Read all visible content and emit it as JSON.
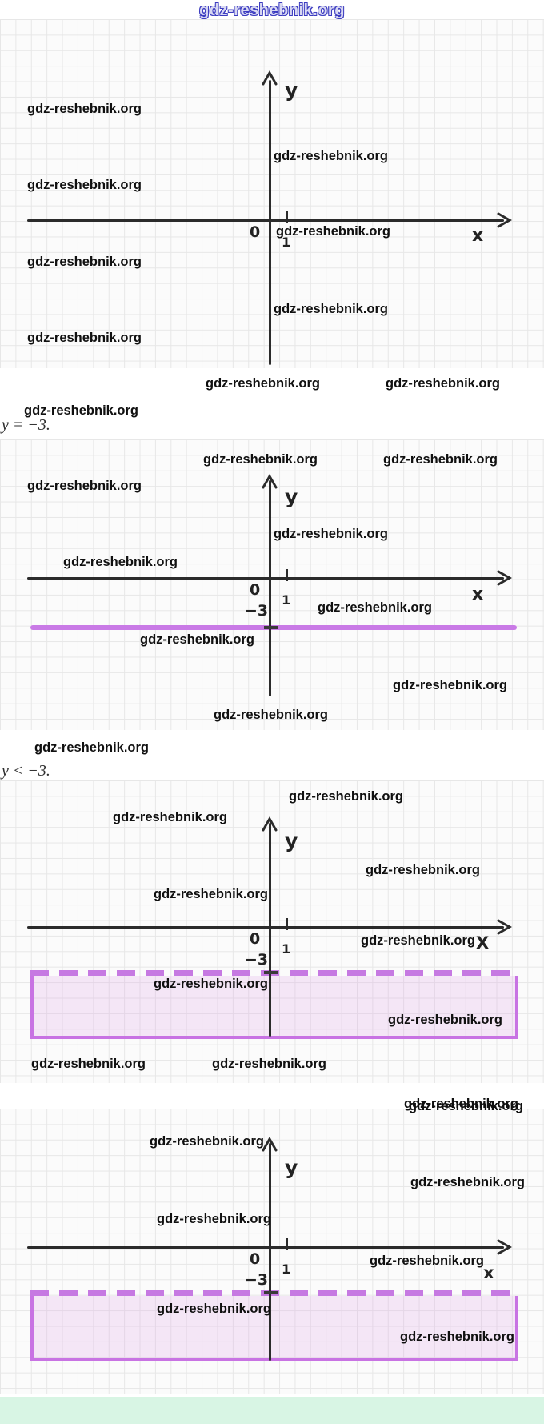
{
  "title": "gdz-reshebnik.org",
  "site_watermark": "gdz-reshebnik.org",
  "equation_line": "y = −3.",
  "equation_inequality": "y < −3.",
  "axis_labels": {
    "x": "x",
    "x_upper": "X",
    "y": "y",
    "origin": "0",
    "one": "1",
    "minus_three": "−3"
  },
  "colors": {
    "line": "#c97ae6",
    "region_border": "#c873e3",
    "region_fill": "rgba(222,150,228,0.20)",
    "axis": "#2b2b2b",
    "grid_line": "#e7e7e7",
    "mint_bar": "#d8f5e4",
    "title_blue": "#3c3cc0"
  },
  "chart_data": [
    {
      "type": "line",
      "title": "Empty coordinate plane",
      "xlabel": "x",
      "ylabel": "y",
      "x_ticks": [
        0,
        1
      ],
      "y_ticks": [],
      "grid": true,
      "series": []
    },
    {
      "type": "line",
      "title": "Graph of y = −3",
      "xlabel": "x",
      "ylabel": "y",
      "x_ticks": [
        0,
        1
      ],
      "y_ticks": [
        -3
      ],
      "grid": true,
      "series": [
        {
          "name": "y = −3",
          "equation": "y = −3",
          "y_value": -3,
          "style": "solid",
          "color": "#c97ae6"
        }
      ]
    },
    {
      "type": "area",
      "title": "Region y < −3",
      "xlabel": "X",
      "ylabel": "y",
      "x_ticks": [
        0,
        1
      ],
      "y_ticks": [
        -3
      ],
      "grid": true,
      "series": [
        {
          "name": "y < −3",
          "boundary": "y = −3",
          "boundary_style": "dashed",
          "region": "below",
          "border_color": "#c873e3",
          "fill_color": "rgba(222,150,228,0.20)"
        }
      ]
    },
    {
      "type": "area",
      "title": "Region y < −3",
      "xlabel": "x",
      "ylabel": "y",
      "x_ticks": [
        0,
        1
      ],
      "y_ticks": [
        -3
      ],
      "grid": true,
      "series": [
        {
          "name": "y < −3",
          "boundary": "y = −3",
          "boundary_style": "dashed",
          "region": "below",
          "border_color": "#c873e3",
          "fill_color": "rgba(222,150,228,0.20)"
        }
      ]
    }
  ]
}
